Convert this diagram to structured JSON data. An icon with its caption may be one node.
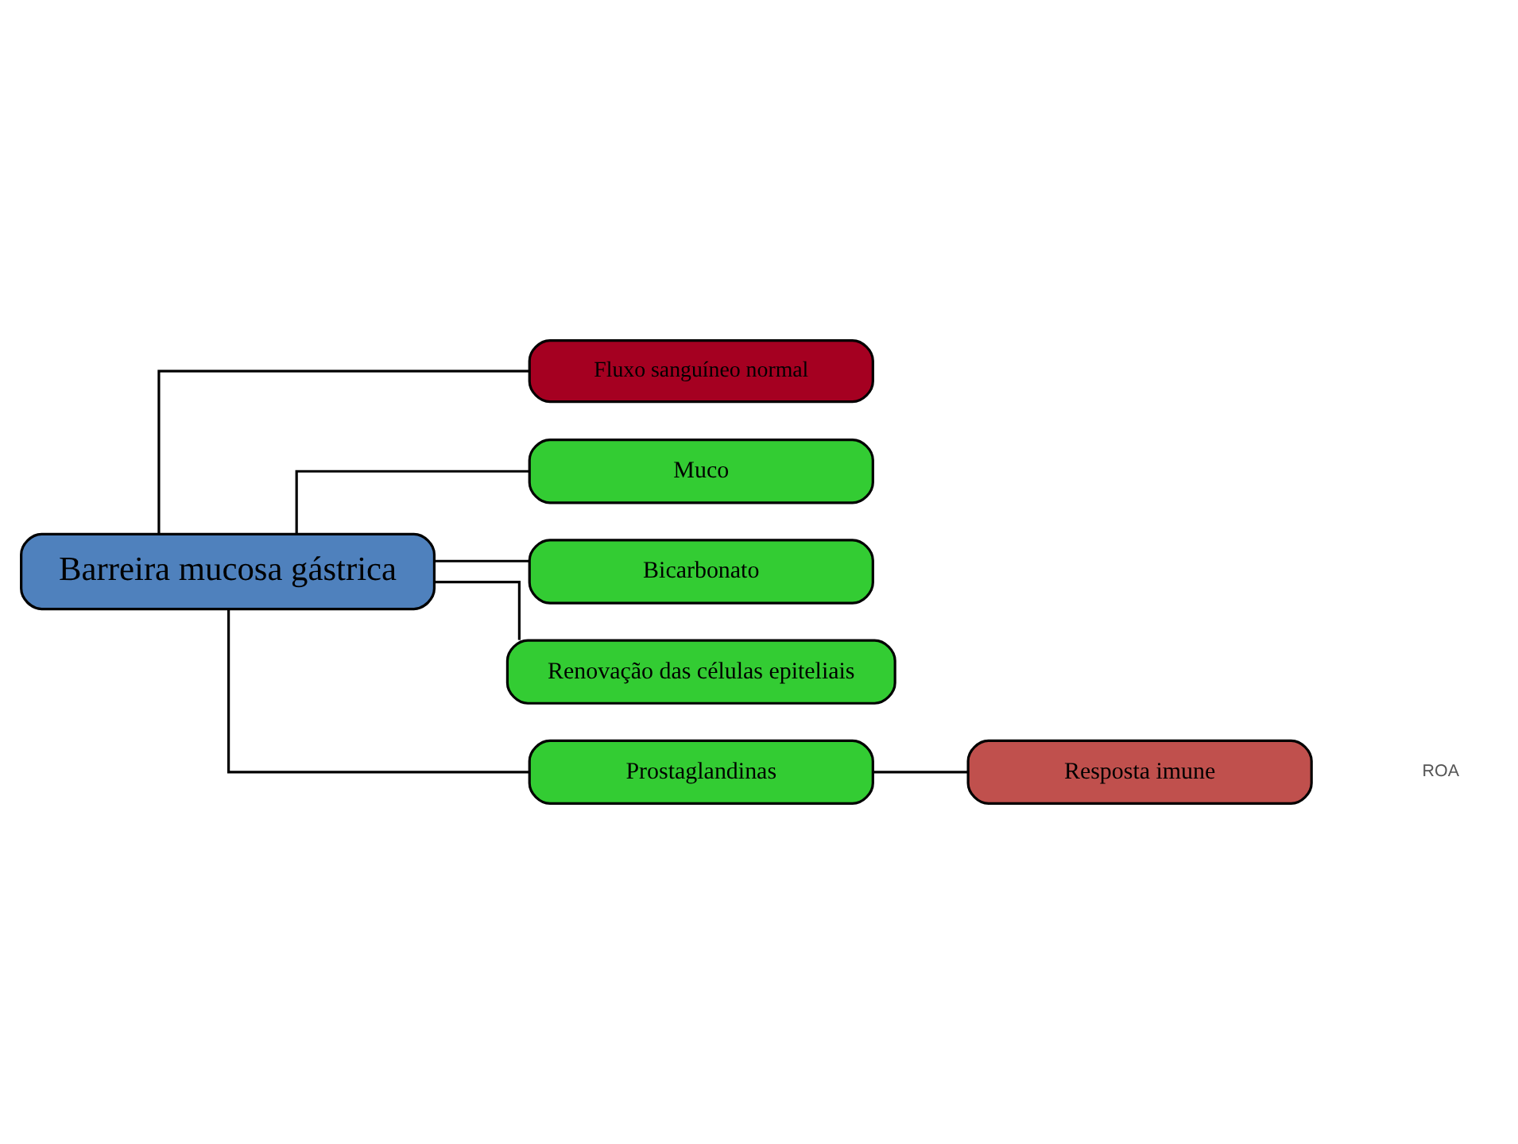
{
  "diagram": {
    "nodes": [
      {
        "text": [
          "Barreira mucosa gástrica"
        ]
      },
      {
        "text": [
          "Fluxo sanguíneo normal"
        ]
      },
      {
        "text": [
          "Muco"
        ]
      },
      {
        "text": [
          "Bicarbonato"
        ]
      },
      {
        "text": [
          "Renovação das células epiteliais"
        ]
      },
      {
        "text": [
          "Prostaglandinas"
        ]
      },
      {
        "text": [
          "Resposta imune"
        ]
      }
    ],
    "edges": [
      {
        "from": 0,
        "to": 1,
        "arrow": "none"
      },
      {
        "from": 0,
        "to": 2,
        "arrow": "none"
      },
      {
        "from": 0,
        "to": 3,
        "arrow": "none"
      },
      {
        "from": 0,
        "to": 4,
        "arrow": "none"
      },
      {
        "from": 0,
        "to": 5,
        "arrow": "none"
      },
      {
        "from": 5,
        "to": 6,
        "arrow": "none"
      }
    ],
    "labels": [
      "ROA"
    ]
  }
}
